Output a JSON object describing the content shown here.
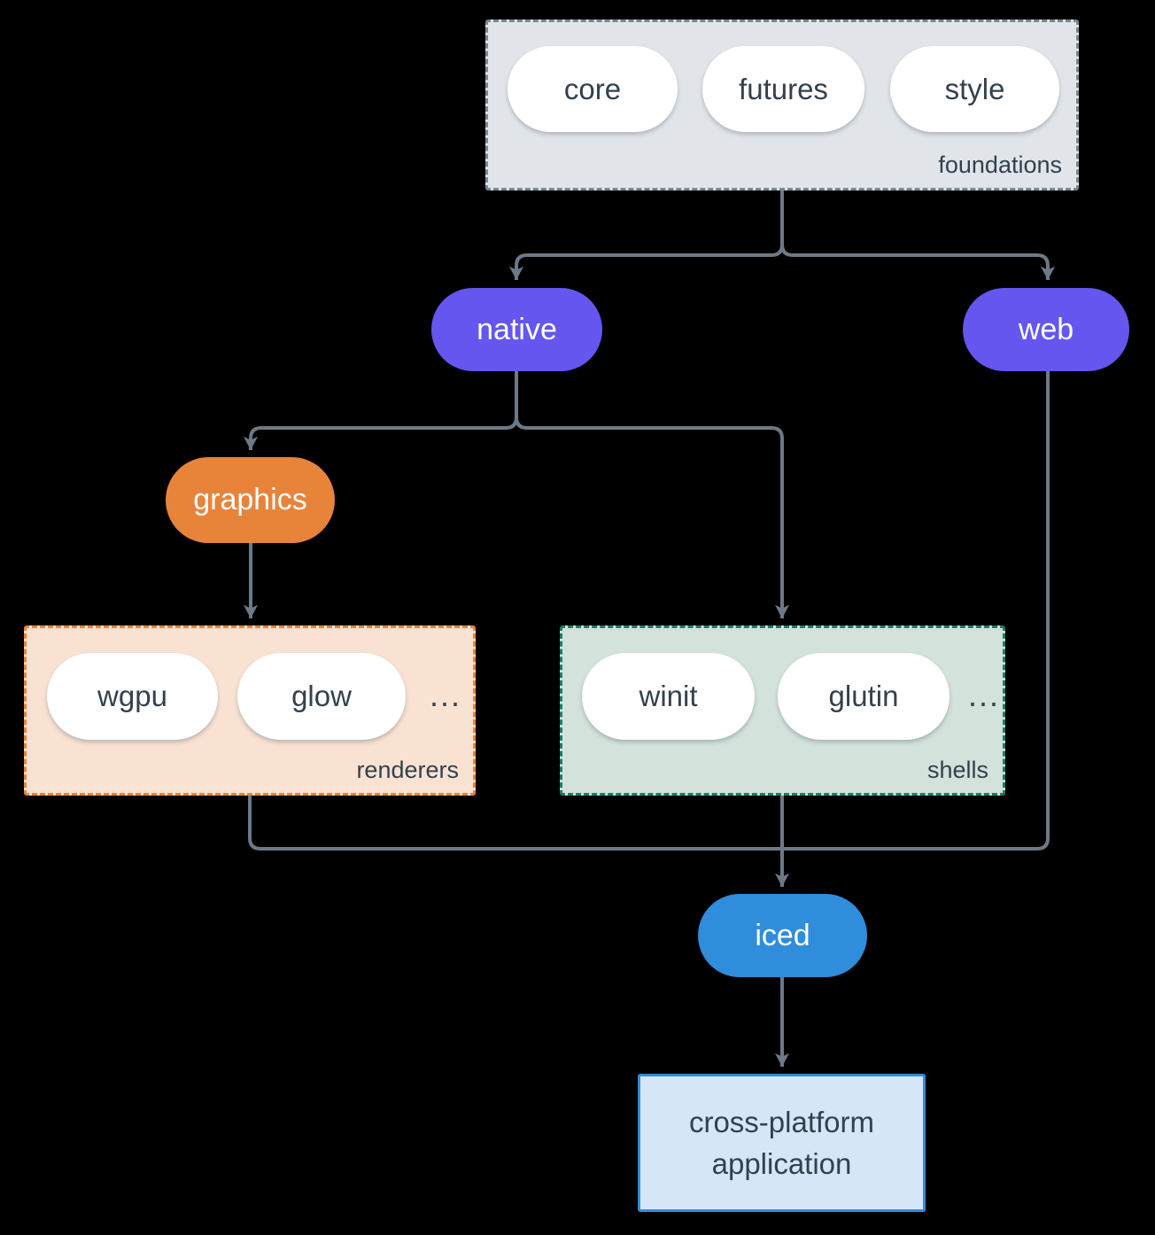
{
  "colors": {
    "background": "#000000",
    "line": "#6b7a87",
    "text_dark": "#33414e",
    "pill_white": "#ffffff",
    "purple": "#6456ef",
    "orange": "#e8833a",
    "blue": "#2f8ddb",
    "panel_gray": "#e1e5e9",
    "border_gray": "#788792",
    "panel_peach": "#f9e2d2",
    "panel_green": "#d3e2da",
    "border_teal": "#1e7a68",
    "app_bg": "#d5e6f6",
    "app_border": "#2f8ddb"
  },
  "groups": {
    "foundations": {
      "label": "foundations",
      "items": [
        "core",
        "futures",
        "style"
      ]
    },
    "renderers": {
      "label": "renderers",
      "items": [
        "wgpu",
        "glow"
      ],
      "ellipsis": "..."
    },
    "shells": {
      "label": "shells",
      "items": [
        "winit",
        "glutin"
      ],
      "ellipsis": "..."
    }
  },
  "nodes": {
    "native": "native",
    "web": "web",
    "graphics": "graphics",
    "iced": "iced",
    "application": "cross-platform application"
  }
}
